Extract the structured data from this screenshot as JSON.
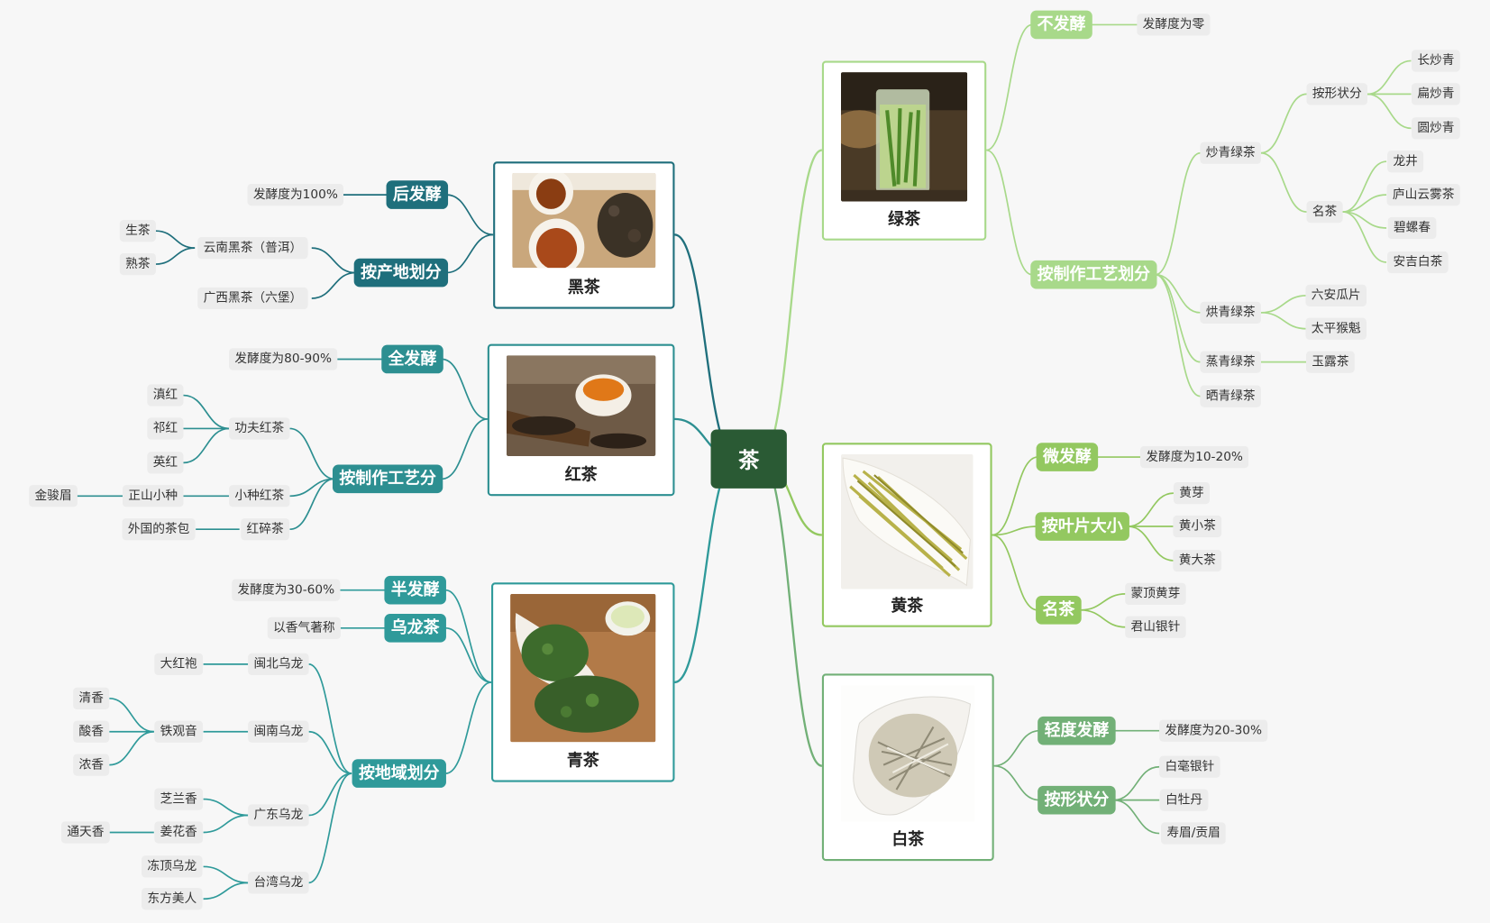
{
  "root": "茶",
  "categories": {
    "black": {
      "title": "黑茶",
      "photo": "black-tea-photo"
    },
    "red": {
      "title": "红茶",
      "photo": "red-tea-photo"
    },
    "oolong": {
      "title": "青茶",
      "photo": "oolong-tea-photo"
    },
    "green": {
      "title": "绿茶",
      "photo": "green-tea-photo"
    },
    "yellow": {
      "title": "黄茶",
      "photo": "yellow-tea-photo"
    },
    "white": {
      "title": "白茶",
      "photo": "white-tea-photo"
    }
  },
  "black": {
    "post_ferment": "后发酵",
    "degree": "发酵度为100%",
    "by_origin": "按产地划分",
    "yunnan": "云南黑茶（普洱）",
    "raw": "生茶",
    "ripe": "熟茶",
    "guangxi": "广西黑茶（六堡）"
  },
  "red": {
    "full_ferment": "全发酵",
    "degree": "发酵度为80-90%",
    "by_process": "按制作工艺分",
    "gongfu": "功夫红茶",
    "dian": "滇红",
    "qi": "祁红",
    "ying": "英红",
    "xiaozhong": "小种红茶",
    "zhengshan": "正山小种",
    "jinjunmei": "金骏眉",
    "broken": "红碎茶",
    "foreign_bag": "外国的茶包"
  },
  "oolong": {
    "semi_ferment": "半发酵",
    "degree": "发酵度为30-60%",
    "wulong": "乌龙茶",
    "aroma": "以香气著称",
    "by_region": "按地域划分",
    "minbei": "闽北乌龙",
    "dahongpao": "大红袍",
    "minnan": "闽南乌龙",
    "tieguanyin": "铁观音",
    "qingxiang": "清香",
    "suanxiang": "酸香",
    "nongxiang": "浓香",
    "guangdong": "广东乌龙",
    "zhilan": "芝兰香",
    "jianghua": "姜花香",
    "tongtian": "通天香",
    "taiwan": "台湾乌龙",
    "dongding": "冻顶乌龙",
    "dongfang": "东方美人"
  },
  "green": {
    "no_ferment": "不发酵",
    "degree": "发酵度为零",
    "by_process": "按制作工艺划分",
    "chaoqing": "炒青绿茶",
    "by_shape": "按形状分",
    "chang": "长炒青",
    "bian": "扁炒青",
    "yuan": "圆炒青",
    "famous": "名茶",
    "longjing": "龙井",
    "lushan": "庐山云雾茶",
    "biluochun": "碧螺春",
    "anji": "安吉白茶",
    "hongqing": "烘青绿茶",
    "liuan": "六安瓜片",
    "taiping": "太平猴魁",
    "zhengqing": "蒸青绿茶",
    "yulu": "玉露茶",
    "shaiqing": "晒青绿茶"
  },
  "yellow": {
    "micro_ferment": "微发酵",
    "degree": "发酵度为10-20%",
    "by_leaf": "按叶片大小",
    "huangya": "黄芽",
    "xiaocha": "黄小茶",
    "dacha": "黄大茶",
    "famous": "名茶",
    "mengding": "蒙顶黄芽",
    "junshan": "君山银针"
  },
  "white": {
    "light_ferment": "轻度发酵",
    "degree": "发酵度为20-30%",
    "by_shape": "按形状分",
    "baihao": "白毫银针",
    "mudan": "白牡丹",
    "shoumei": "寿眉/贡眉"
  },
  "colors": {
    "root": "#2a5a34",
    "black": "#1f6f7c",
    "red": "#2d8f91",
    "oolong": "#2f9a9a",
    "green": "#a8d98a",
    "yellow": "#93c860",
    "white": "#72b077",
    "background": "#f7f7f7"
  }
}
